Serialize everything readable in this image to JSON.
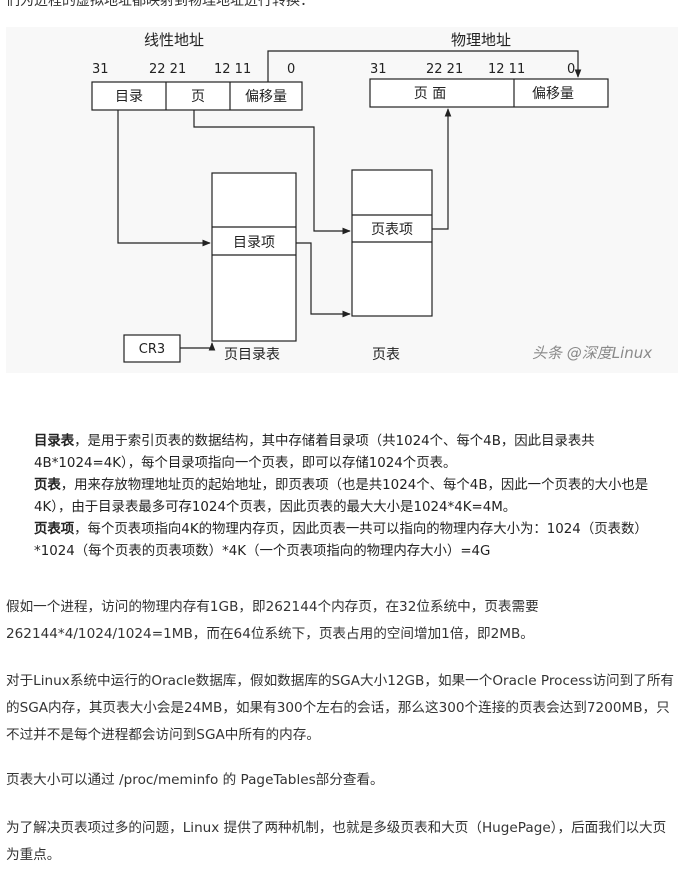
{
  "top_partial_text": "们为进程的虚拟地址都映射到物理地址进行转换：",
  "diagram": {
    "linear_title": "线性地址",
    "physical_title": "物理地址",
    "linear_bits": [
      "31",
      "22 21",
      "12 11",
      "0"
    ],
    "physical_bits": [
      "31",
      "22 21",
      "12 11",
      "0"
    ],
    "linear_fields": [
      "目录",
      "页",
      "偏移量"
    ],
    "physical_fields": [
      "页 面",
      "偏移量"
    ],
    "dir_entry": "目录项",
    "page_entry": "页表项",
    "cr3": "CR3",
    "page_dir_table_label": "页目录表",
    "page_table_label": "页表",
    "watermark": "头条 @深度Linux"
  },
  "callout": [
    {
      "term": "目录表",
      "text": "，是用于索引页表的数据结构，其中存储着目录项（共1024个、每个4B，因此目录表共4B*1024=4K），每个目录项指向一个页表，即可以存储1024个页表。"
    },
    {
      "term": "页表",
      "text": "，用来存放物理地址页的起始地址，即页表项（也是共1024个、每个4B，因此一个页表的大小也是4K），由于目录表最多可存1024个页表，因此页表的最大大小是1024*4K=4M。"
    },
    {
      "term": "页表项",
      "text": "，每个页表项指向4K的物理内存页，因此页表一共可以指向的物理内存大小为：1024（页表数）*1024（每个页表的页表项数）*4K（一个页表项指向的物理内存大小）=4G"
    }
  ],
  "paragraphs": [
    "假如一个进程，访问的物理内存有1GB，即262144个内存页，在32位系统中，页表需要262144*4/1024/1024=1MB，而在64位系统下，页表占用的空间增加1倍，即2MB。",
    "对于Linux系统中运行的Oracle数据库，假如数据库的SGA大小12GB，如果一个Oracle Process访问到了所有的SGA内存，其页表大小会是24MB，如果有300个左右的会话，那么这300个连接的页表会达到7200MB，只不过并不是每个进程都会访问到SGA中所有的内存。",
    "页表大小可以通过 /proc/meminfo 的 PageTables部分查看。",
    "为了解决页表项过多的问题，Linux 提供了两种机制，也就是多级页表和大页（HugePage），后面我们以大页为重点。"
  ]
}
